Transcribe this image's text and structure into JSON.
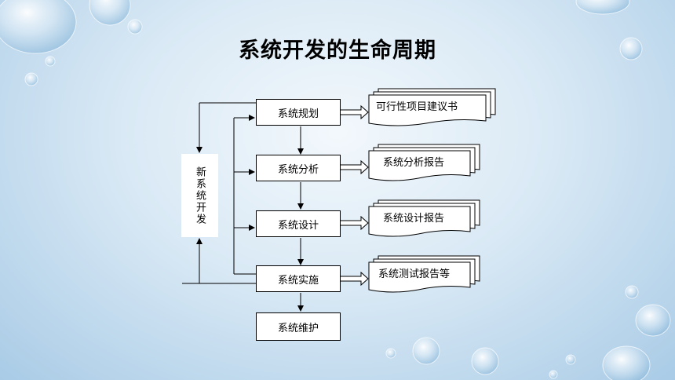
{
  "title": "系统开发的生命周期",
  "diagram": {
    "stages": [
      {
        "label": "系统规划"
      },
      {
        "label": "系统分析"
      },
      {
        "label": "系统设计"
      },
      {
        "label": "系统实施"
      },
      {
        "label": "系统维护"
      }
    ],
    "outputs": [
      {
        "label": "可行性项目建议书"
      },
      {
        "label": "系统分析报告"
      },
      {
        "label": "系统设计报告"
      },
      {
        "label": "系统测试报告等"
      }
    ],
    "side_label": "新系统开发"
  },
  "colors": {
    "background": "#cfe2f1",
    "line": "#000000",
    "box_fill": "#ffffff"
  }
}
